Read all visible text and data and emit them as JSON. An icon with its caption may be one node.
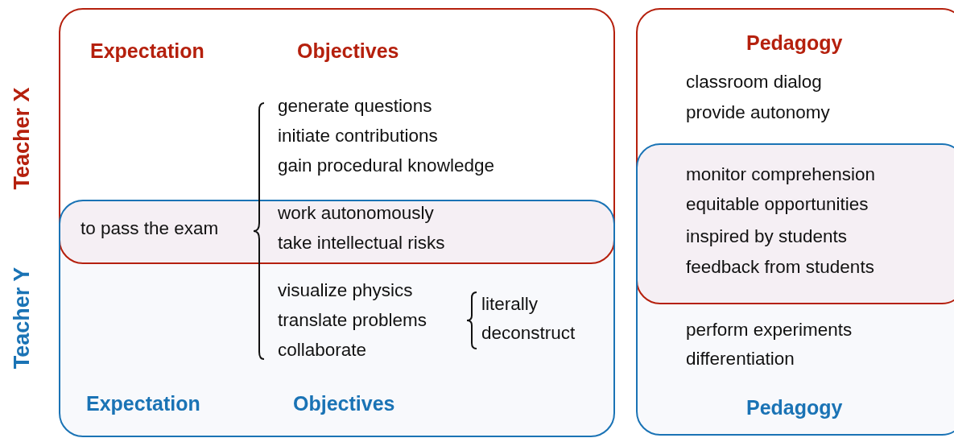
{
  "diagram": {
    "nodes": [
      {
        "text": [
          "Expectation",
          "Objectives"
        ]
      },
      {
        "text": [
          "Expectation",
          "Objectives"
        ]
      },
      {
        "text": [
          "Pedagogy"
        ]
      },
      {
        "text": [
          "Pedagogy"
        ]
      }
    ],
    "labels": [
      "Teacher X",
      "generate questions",
      "initiate contributions",
      "gain procedural knowledge",
      "classroom dialog",
      "provide autonomy",
      "monitor comprehension",
      "equitable opportunities",
      "to pass the exam",
      "work autonomously",
      "take intellectual risks",
      "inspired by students",
      "feedback from students",
      "Teacher Y",
      "visualize physics",
      "translate problems",
      "literally",
      "collaborate",
      "deconstruct",
      "perform experiments",
      "differentiation"
    ]
  }
}
